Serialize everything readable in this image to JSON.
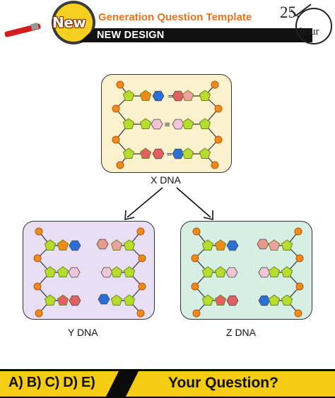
{
  "header": {
    "badge": "New",
    "title": "Generation Question Template",
    "subtitle": "NEW DESIGN",
    "timer_value": "25.",
    "timer_unit": "hour"
  },
  "icons": {
    "magnifier": "magnifier-icon",
    "timer": "clock-icon"
  },
  "diagram": {
    "top_label": "X DNA",
    "left_label": "Y DNA",
    "right_label": "Z DNA"
  },
  "footer": {
    "options": "A) B) C) D) E)",
    "question": "Your Question?"
  },
  "colors": {
    "accent_yellow": "#f5cc14",
    "title_orange": "#e8751c",
    "panel_x": "#fbf1cc",
    "panel_y": "#e9dff4",
    "panel_z": "#d6eee4",
    "phosphate": "#f08a1a",
    "sugar": "#a8d62a",
    "base_blue": "#2a6fd6",
    "base_red": "#e26060",
    "base_pink": "#f0b8cf"
  }
}
